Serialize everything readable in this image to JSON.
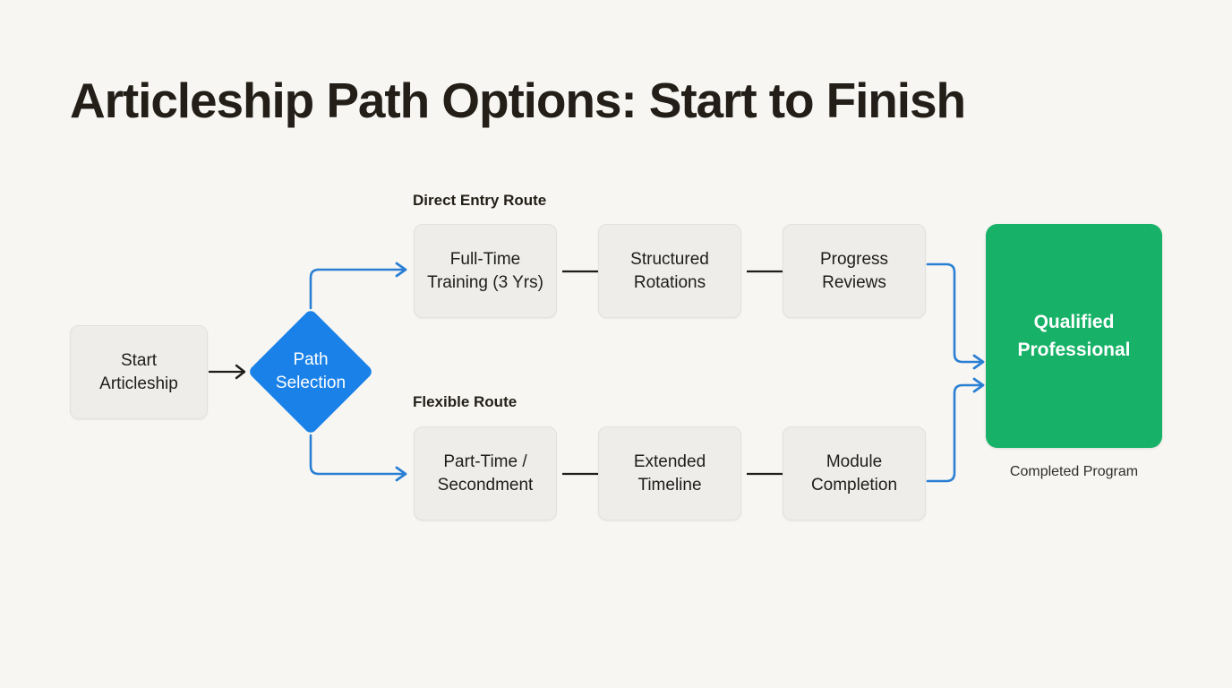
{
  "title": "Articleship Path Options: Start to Finish",
  "colors": {
    "background": "#f7f6f2",
    "node_fill": "#eeedea",
    "node_border": "#e3e1dc",
    "decision_blue": "#1a81e8",
    "terminal_green": "#17b268",
    "arrow_black": "#1d1d1b",
    "arrow_blue": "#2a7fd4",
    "title_text": "#231f18"
  },
  "start_node": {
    "line1": "Start",
    "line2": "Articleship"
  },
  "decision_node": {
    "line1": "Path",
    "line2": "Selection"
  },
  "routes": [
    {
      "label": "Direct Entry Route",
      "steps": [
        {
          "line1": "Full-Time",
          "line2": "Training (3 Yrs)"
        },
        {
          "line1": "Structured",
          "line2": "Rotations"
        },
        {
          "line1": "Progress",
          "line2": "Reviews"
        }
      ]
    },
    {
      "label": "Flexible Route",
      "steps": [
        {
          "line1": "Part-Time /",
          "line2": "Secondment"
        },
        {
          "line1": "Extended",
          "line2": "Timeline"
        },
        {
          "line1": "Module",
          "line2": "Completion"
        }
      ]
    }
  ],
  "terminal_node": {
    "line1": "Qualified",
    "line2": "Professional",
    "caption": "Completed Program"
  }
}
